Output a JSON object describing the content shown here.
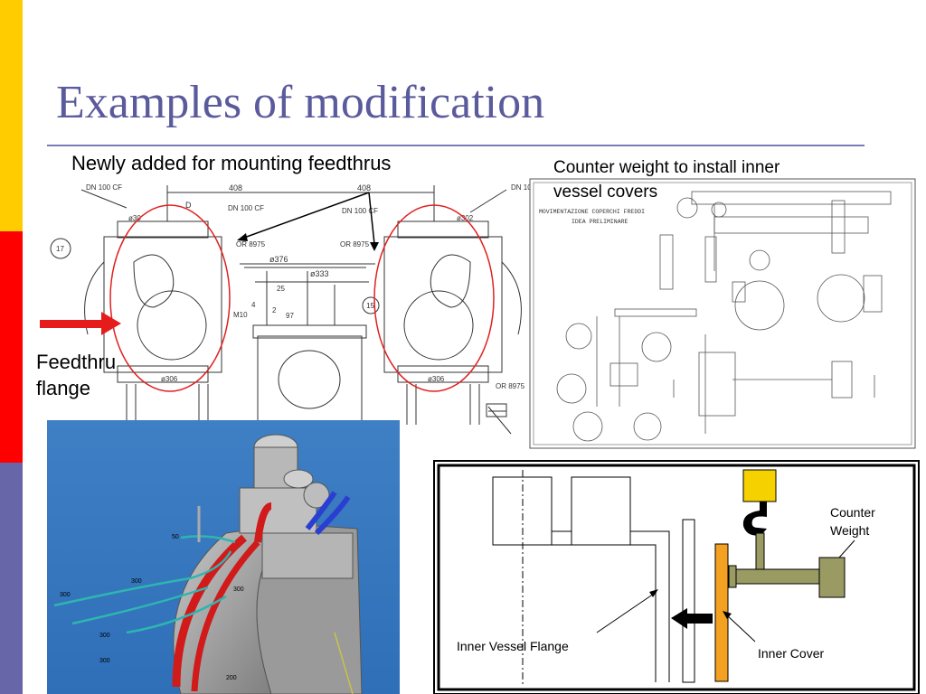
{
  "slide": {
    "title": "Examples of modification",
    "accent_colors": {
      "yellow": "#ffcc00",
      "red": "#ff0000",
      "blue": "#6666a8",
      "title": "#5a5a9c"
    }
  },
  "annotations": {
    "newly_added": "Newly added for mounting feedthrus",
    "counter_weight_note_line1": "Counter weight to install inner",
    "counter_weight_note_line2": "vessel covers",
    "feedthru_line1": "Feedthru",
    "feedthru_line2": "flange"
  },
  "drawing_labels": {
    "dn100_left": "DN 100 CF",
    "dn100_right": "DN 10",
    "dn100_mid": "DN 100 CF",
    "dn100_mid2": "DN 100 CF",
    "dim_408_a": "408",
    "dim_408_b": "408",
    "or_8975_a": "OR 8975",
    "or_8975_b": "OR 8975",
    "or_8975_c": "OR 8975",
    "d376": "ø376",
    "d333": "ø333",
    "d306_a": "ø306",
    "d306_b": "ø306",
    "d302": "ø302",
    "d30": "ø30",
    "n17": "17",
    "n25": "25",
    "n2": "2",
    "n97": "97",
    "n4": "4",
    "m10": "M10",
    "n15": "15",
    "d_letter": "D"
  },
  "sketch_labels": {
    "header_line1": "MOVIMENTAZIONE COPERCHI FREDDI",
    "header_line2": "IDEA PRELIMINARE"
  },
  "render_labels": [
    "50",
    "300",
    "300",
    "300",
    "300",
    "200",
    "300"
  ],
  "schematic": {
    "counter_weight_line1": "Counter",
    "counter_weight_line2": "Weight",
    "inner_vessel_flange": "Inner Vessel Flange",
    "inner_cover": "Inner Cover"
  }
}
